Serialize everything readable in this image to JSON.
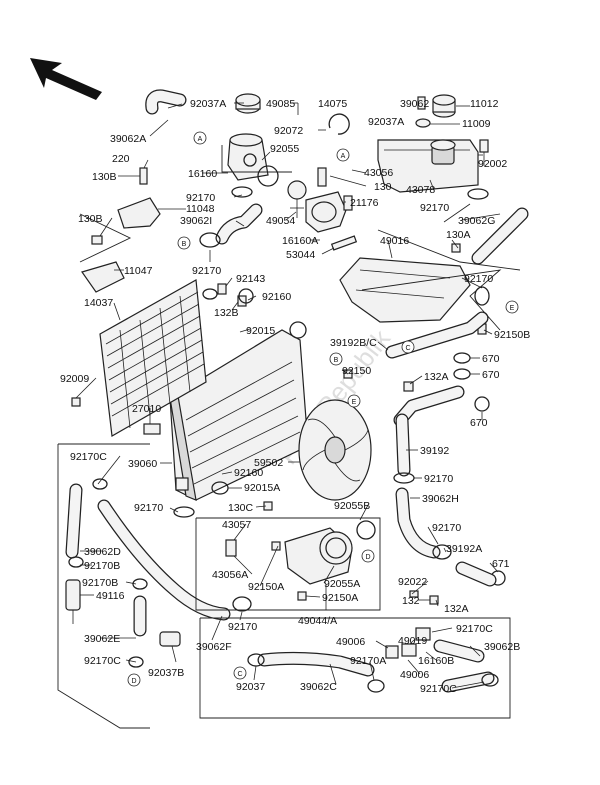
{
  "watermark": "PartsRepublik",
  "labels": {
    "l92037A_top": "92037A",
    "l49085": "49085",
    "l14075": "14075",
    "l39062_top": "39062",
    "l11012": "11012",
    "l92037A_right": "92037A",
    "l11009": "11009",
    "l39062A": "39062A",
    "l92072": "92072",
    "l92002": "92002",
    "l92055": "92055",
    "l220": "220",
    "l16160": "16160",
    "l43056": "43056",
    "l130B_a": "130B",
    "l130": "130",
    "l43078": "43078",
    "l92170_a": "92170",
    "l11048": "11048",
    "l21176": "21176",
    "l92170_b": "92170",
    "l39062I": "39062I",
    "l49054": "49054",
    "l39062G": "39062G",
    "l130B_b": "130B",
    "l16160A": "16160A",
    "l49016": "49016",
    "l130A_top": "130A",
    "l53044": "53044",
    "l92170_c": "92170",
    "l11047": "11047",
    "l92143": "92143",
    "l92170_d": "92170",
    "l14037": "14037",
    "l132B": "132B",
    "l92160_a": "92160",
    "l92015": "92015",
    "l92150B": "92150B",
    "l39192BC": "39192B/C",
    "l670_a": "670",
    "l92009": "92009",
    "l92150": "92150",
    "l132A_a": "132A",
    "l670_b": "670",
    "l27010": "27010",
    "l670_c": "670",
    "l39192": "39192",
    "l92170C_a": "92170C",
    "l39060": "39060",
    "l59502": "59502",
    "l92160_b": "92160",
    "l92170_e": "92170",
    "l92015A": "92015A",
    "l39062H": "39062H",
    "l92170_f": "92170",
    "l130C": "130C",
    "l92055B": "92055B",
    "l92170_g": "92170",
    "l43057": "43057",
    "l39062D": "39062D",
    "l39192A": "39192A",
    "l92170B": "92170B",
    "l671": "671",
    "l43056A": "43056A",
    "l92055A": "92055A",
    "l92022": "92022",
    "l92170B_b": "92170B",
    "l92150A_a": "92150A",
    "l49116": "49116",
    "l92150A_b": "92150A",
    "l132": "132",
    "l132A_b": "132A",
    "l49044A": "49044/A",
    "l92170_h": "92170",
    "l39062E": "39062E",
    "l49006_a": "49006",
    "l49019": "49019",
    "l92170C_b": "92170C",
    "l39062F": "39062F",
    "l16160B": "16160B",
    "l39062B": "39062B",
    "l92170C_c": "92170C",
    "l92037B": "92037B",
    "l92170A": "92170A",
    "l49006_b": "49006",
    "l92037": "92037",
    "l39062C": "39062C",
    "l92170C_d": "92170C"
  },
  "callouts": {
    "A1": "A",
    "A2": "A",
    "B1": "B",
    "B2": "B",
    "C1": "C",
    "C2": "C",
    "D1": "D",
    "D2": "D",
    "E1": "E",
    "E2": "E"
  }
}
